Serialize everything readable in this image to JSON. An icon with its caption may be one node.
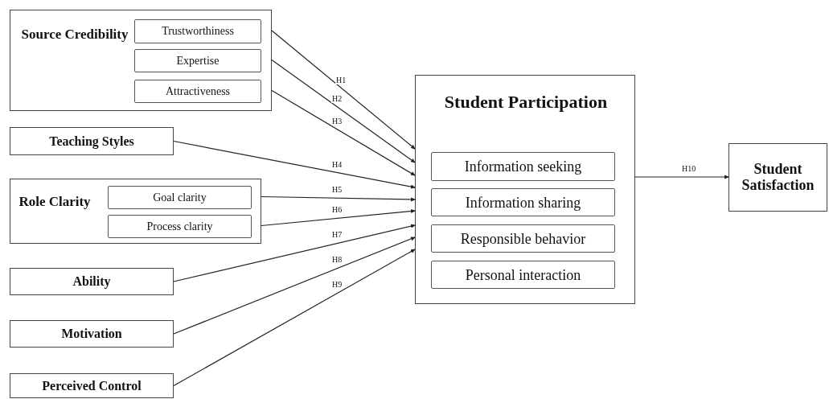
{
  "diagram": {
    "nodes": [
      {
        "text": [
          "Source Credibility"
        ]
      },
      {
        "text": [
          "Trustworthiness"
        ],
        "in": 0
      },
      {
        "text": [
          "Expertise"
        ],
        "in": 0
      },
      {
        "text": [
          "Attractiveness"
        ],
        "in": 0
      },
      {
        "text": [
          "Teaching Styles"
        ]
      },
      {
        "text": [
          "Role Clarity"
        ]
      },
      {
        "text": [
          "Goal clarity"
        ],
        "in": 5
      },
      {
        "text": [
          "Process clarity"
        ],
        "in": 5
      },
      {
        "text": [
          "Ability"
        ]
      },
      {
        "text": [
          "Motivation"
        ]
      },
      {
        "text": [
          "Perceived Control"
        ]
      },
      {
        "text": [
          "Student Participation"
        ]
      },
      {
        "text": [
          "Information seeking"
        ],
        "in": 11
      },
      {
        "text": [
          "Information sharing"
        ],
        "in": 11
      },
      {
        "text": [
          "Responsible behavior"
        ],
        "in": 11
      },
      {
        "text": [
          "Personal interaction"
        ],
        "in": 11
      },
      {
        "text": [
          "Student Satisfaction"
        ]
      }
    ],
    "edges": [
      {
        "from": 1,
        "to": 11,
        "arrow": "to",
        "label": "H1"
      },
      {
        "from": 2,
        "to": 11,
        "arrow": "to",
        "label": "H2"
      },
      {
        "from": 3,
        "to": 11,
        "arrow": "to",
        "label": "H3"
      },
      {
        "from": 4,
        "to": 11,
        "arrow": "to",
        "label": "H4"
      },
      {
        "from": 6,
        "to": 11,
        "arrow": "to",
        "label": "H5"
      },
      {
        "from": 7,
        "to": 11,
        "arrow": "to",
        "label": "H6"
      },
      {
        "from": 8,
        "to": 11,
        "arrow": "to",
        "label": "H7"
      },
      {
        "from": 9,
        "to": 11,
        "arrow": "to",
        "label": "H8"
      },
      {
        "from": 10,
        "to": 11,
        "arrow": "to",
        "label": "H9"
      },
      {
        "from": 11,
        "to": 16,
        "arrow": "to",
        "label": "H10"
      }
    ]
  }
}
